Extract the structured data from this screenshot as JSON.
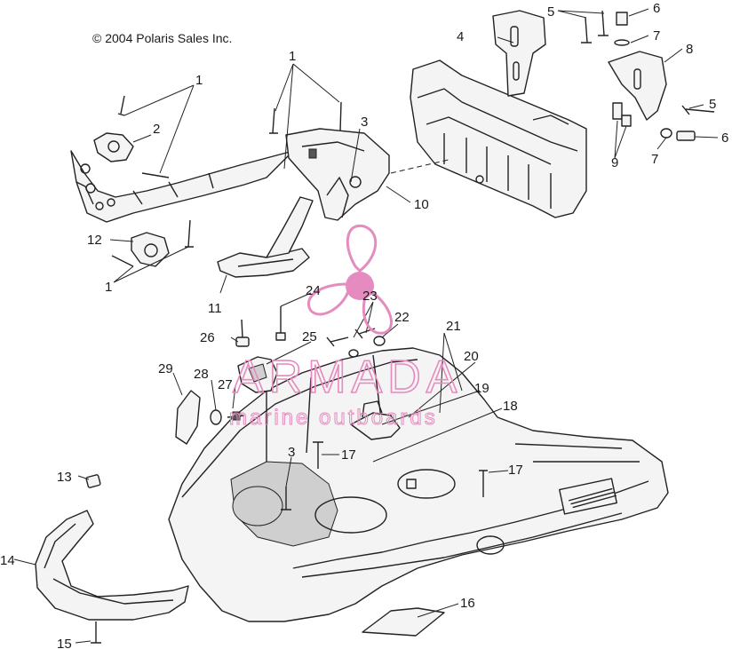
{
  "copyright": "© 2004 Polaris Sales Inc.",
  "watermark": {
    "brand": "ARMADA",
    "tagline": "marine outboards",
    "color": "#e58bbf"
  },
  "callouts": [
    "1",
    "2",
    "3",
    "4",
    "5",
    "6",
    "7",
    "8",
    "9",
    "10",
    "11",
    "12",
    "13",
    "14",
    "15",
    "16",
    "17",
    "18",
    "19",
    "20",
    "21",
    "22",
    "23",
    "24",
    "25",
    "26",
    "27",
    "28",
    "29"
  ]
}
